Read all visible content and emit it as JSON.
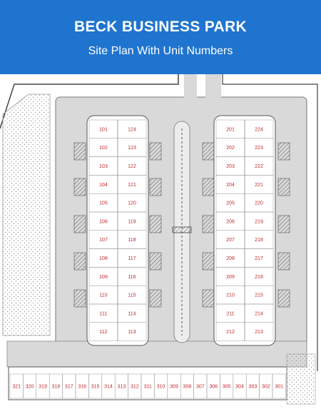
{
  "header": {
    "title": "BECK BUSINESS PARK",
    "subtitle": "Site Plan With Unit Numbers"
  },
  "colors": {
    "header_bg": "#1f74cf",
    "unit_label": "#c0282d",
    "pavement": "#d9d9d9",
    "building": "#ffffff",
    "landscape_hatch": "#9a9a9a"
  },
  "buildings": {
    "building_100": {
      "left_column": [
        "101",
        "102",
        "103",
        "104",
        "105",
        "106",
        "107",
        "108",
        "109",
        "110",
        "111",
        "112"
      ],
      "right_column": [
        "124",
        "123",
        "122",
        "121",
        "120",
        "119",
        "118",
        "117",
        "116",
        "115",
        "114",
        "113"
      ]
    },
    "building_200": {
      "left_column": [
        "201",
        "202",
        "203",
        "204",
        "205",
        "206",
        "207",
        "208",
        "209",
        "210",
        "211",
        "212"
      ],
      "right_column": [
        "224",
        "223",
        "222",
        "221",
        "220",
        "219",
        "218",
        "217",
        "216",
        "215",
        "214",
        "213"
      ]
    },
    "building_300": {
      "units": [
        "321",
        "320",
        "319",
        "318",
        "317",
        "316",
        "315",
        "314",
        "313",
        "312",
        "311",
        "310",
        "309",
        "308",
        "307",
        "306",
        "305",
        "304",
        "303",
        "302",
        "301"
      ]
    }
  }
}
